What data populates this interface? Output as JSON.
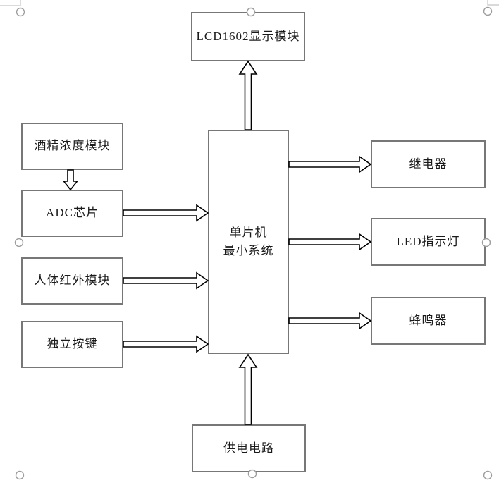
{
  "diagram": {
    "nodes": [
      {
        "id": "lcd",
        "label": "LCD1602显示模块"
      },
      {
        "id": "alcohol",
        "label": "酒精浓度模块"
      },
      {
        "id": "adc",
        "label": "ADC芯片"
      },
      {
        "id": "pir",
        "label": "人体红外模块"
      },
      {
        "id": "keys",
        "label": "独立按键"
      },
      {
        "id": "mcu",
        "label": "单片机\n最小系统"
      },
      {
        "id": "relay",
        "label": "继电器"
      },
      {
        "id": "led",
        "label": "LED指示灯"
      },
      {
        "id": "buzzer",
        "label": "蜂鸣器"
      },
      {
        "id": "power",
        "label": "供电电路"
      }
    ],
    "edges": [
      {
        "from": "酒精浓度模块",
        "to": "ADC芯片"
      },
      {
        "from": "ADC芯片",
        "to": "单片机最小系统"
      },
      {
        "from": "人体红外模块",
        "to": "单片机最小系统"
      },
      {
        "from": "独立按键",
        "to": "单片机最小系统"
      },
      {
        "from": "供电电路",
        "to": "单片机最小系统"
      },
      {
        "from": "单片机最小系统",
        "to": "LCD1602显示模块"
      },
      {
        "from": "单片机最小系统",
        "to": "继电器"
      },
      {
        "from": "单片机最小系统",
        "to": "LED指示灯"
      },
      {
        "from": "单片机最小系统",
        "to": "蜂鸣器"
      }
    ],
    "colors": {
      "box_border": "#777777",
      "arrow_outline": "#000000",
      "arrow_fill": "#ffffff",
      "selection_handle": "#9d9d9d",
      "crop_mark": "#c4c4c4",
      "text": "#1a1a1a",
      "background": "#ffffff"
    }
  }
}
